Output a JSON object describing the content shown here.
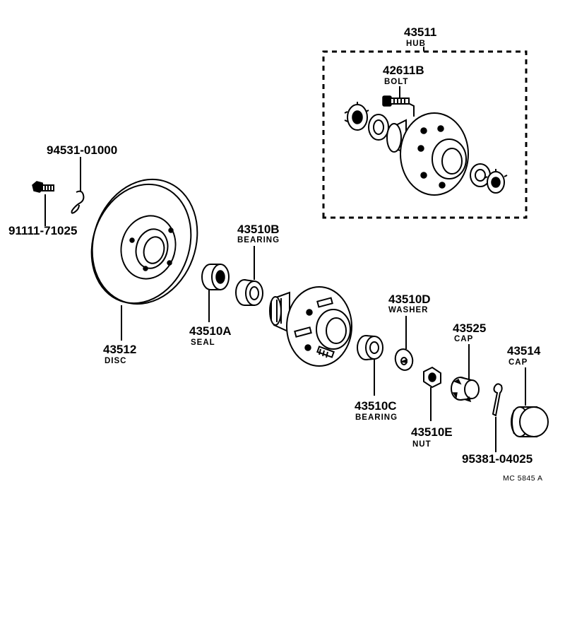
{
  "callouts": {
    "hub": {
      "part_number": "43511",
      "name": "HUB"
    },
    "hub_bolt": {
      "part_number": "42611B",
      "name": "BOLT"
    },
    "clip": {
      "part_number": "94531-01000"
    },
    "screw": {
      "part_number": "91111-71025"
    },
    "disc": {
      "part_number": "43512",
      "name": "DISC"
    },
    "seal": {
      "part_number": "43510A",
      "name": "SEAL"
    },
    "bearing_outer": {
      "part_number": "43510B",
      "name": "BEARING"
    },
    "washer": {
      "part_number": "43510D",
      "name": "WASHER"
    },
    "cap_nut": {
      "part_number": "43525",
      "name": "CAP"
    },
    "grease_cap": {
      "part_number": "43514",
      "name": "CAP"
    },
    "bearing_inner": {
      "part_number": "43510C",
      "name": "BEARING"
    },
    "nut": {
      "part_number": "43510E",
      "name": "NUT"
    },
    "cotter_pin": {
      "part_number": "95381-04025"
    }
  },
  "drawing_reference": "MC  5845 A"
}
